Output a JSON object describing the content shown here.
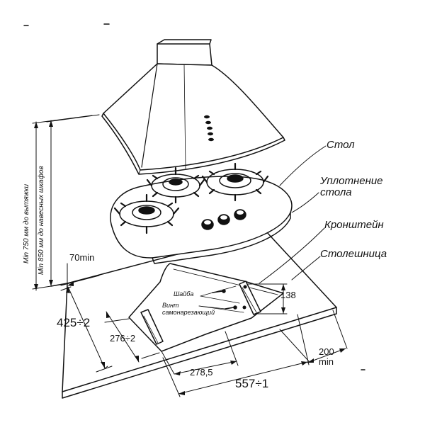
{
  "labels": {
    "stol": "Стол",
    "uplotnenie_line1": "Уплотнение",
    "uplotnenie_line2": "стола",
    "kronshtein": "Кронштейн",
    "stoleshnitsa": "Столешница",
    "shaiba": "Шайба",
    "vint_line1": "Винт",
    "vint_line2": "самонарезающий"
  },
  "vertical_notes": {
    "hood_min": "Min 750 мм до вытяжки",
    "cabinet_min": "Min 850 мм до навесных шкафов"
  },
  "dimensions": {
    "d70": "70min",
    "d425": "425÷2",
    "d276": "276÷2",
    "d138": "138",
    "d200_line1": "200",
    "d200_line2": "min",
    "d278": "278,5",
    "d557": "557÷1"
  }
}
